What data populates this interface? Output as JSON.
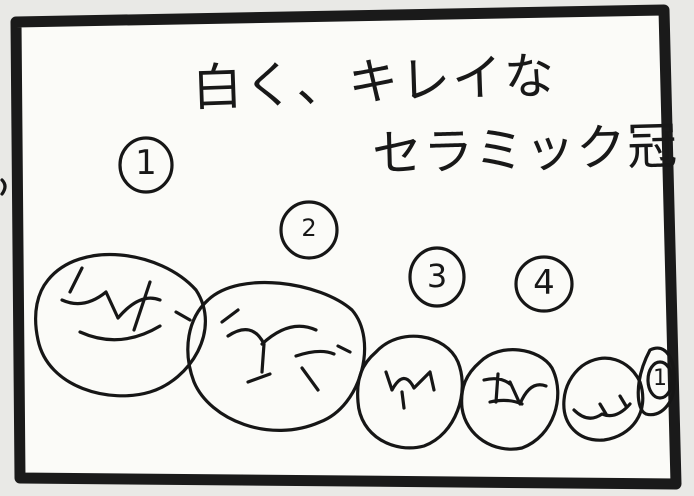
{
  "title": {
    "line1": "白く、キレイな",
    "line2": "セラミック冠"
  },
  "labels": [
    "1",
    "2",
    "3",
    "4"
  ],
  "partial_label": "1"
}
